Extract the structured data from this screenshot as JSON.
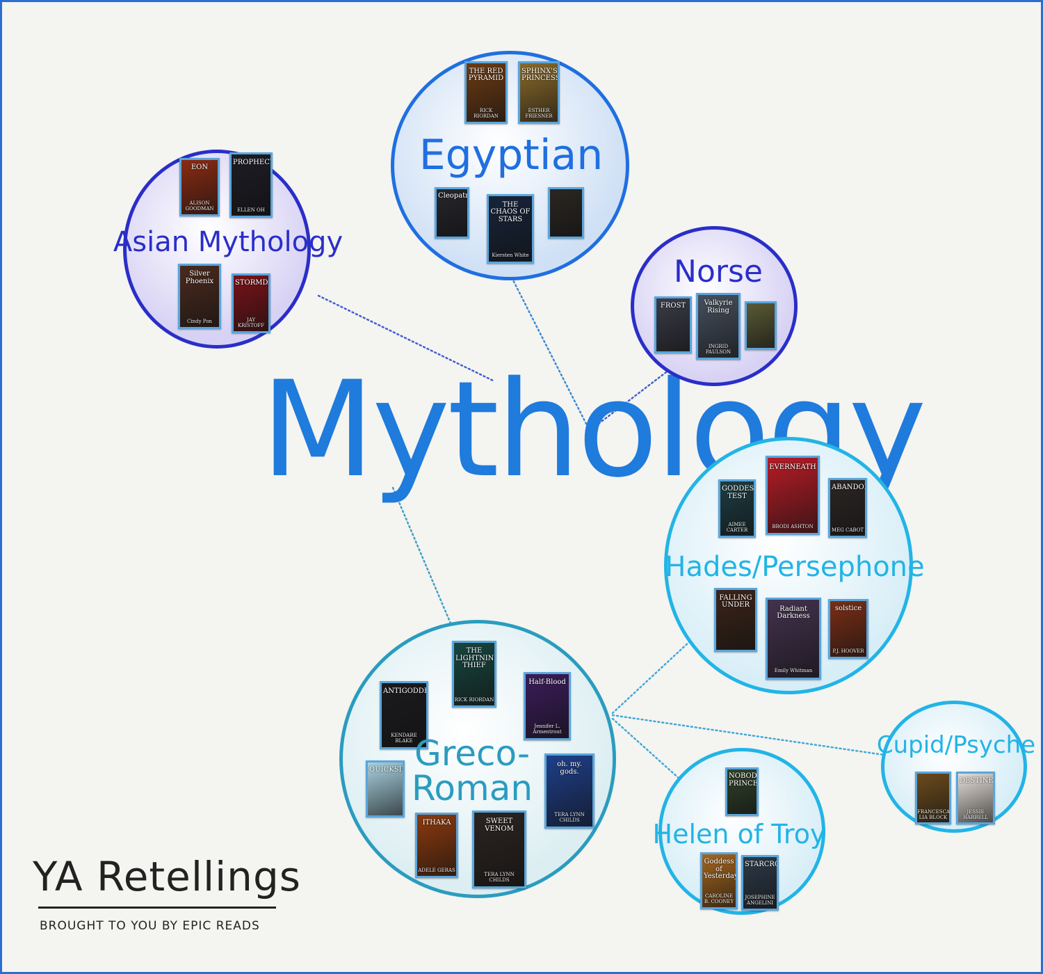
{
  "title": "Mythology",
  "branding": {
    "title": "YA Retellings",
    "subtitle": "BROUGHT TO YOU BY EPIC READS"
  },
  "colors": {
    "frame": "#2a6fd0",
    "background": "#f4f4f1",
    "title": "#1f7bdc",
    "connector": "#3f8ad0"
  },
  "categories": [
    {
      "id": "asian",
      "label": "Asian Mythology",
      "colors": {
        "border": "#2a2ec8",
        "fill": "#d7d2f4",
        "text": "#2a2ec8"
      },
      "books": [
        {
          "title": "EON",
          "author": "ALISON GOODMAN",
          "color": "#8a2b12"
        },
        {
          "title": "PROPHECY",
          "author": "ELLEN OH",
          "color": "#1c1c24"
        },
        {
          "title": "Silver Phoenix",
          "author": "Cindy Pon",
          "color": "#4b2a1e"
        },
        {
          "title": "STORMDANCER",
          "author": "JAY KRISTOFF",
          "color": "#7a1218"
        }
      ]
    },
    {
      "id": "egyptian",
      "label": "Egyptian",
      "colors": {
        "border": "#1f6fe0",
        "fill": "#cfe0f5",
        "text": "#1f6fe0"
      },
      "books": [
        {
          "title": "THE RED PYRAMID",
          "author": "RICK RIORDAN",
          "color": "#6e3b12"
        },
        {
          "title": "SPHINX'S PRINCESS",
          "author": "ESTHER FRIESNER",
          "color": "#8b6a2a"
        },
        {
          "title": "Cleopatra",
          "author": "",
          "color": "#26262c"
        },
        {
          "title": "THE CHAOS OF STARS",
          "author": "Kiersten White",
          "color": "#17243a"
        },
        {
          "title": "",
          "author": "",
          "color": "#2b2622"
        }
      ]
    },
    {
      "id": "norse",
      "label": "Norse",
      "colors": {
        "border": "#2a2ec8",
        "fill": "#d7d2f4",
        "text": "#2a2ec8"
      },
      "books": [
        {
          "title": "FROST",
          "author": "",
          "color": "#3a3c48"
        },
        {
          "title": "Valkyrie Rising",
          "author": "INGRID PAULSON",
          "color": "#46505e"
        },
        {
          "title": "",
          "author": "",
          "color": "#5a5a36"
        }
      ]
    },
    {
      "id": "hades",
      "label": "Hades/Persephone",
      "colors": {
        "border": "#22b4e6",
        "fill": "#d8eef7",
        "text": "#22b4e6"
      },
      "books": [
        {
          "title": "GODDESS TEST",
          "author": "AIMEE CARTER",
          "color": "#1d3d43"
        },
        {
          "title": "EVERNEATH",
          "author": "BRODI ASHTON",
          "color": "#b61c26"
        },
        {
          "title": "ABANDON",
          "author": "MEG CABOT",
          "color": "#2b2624"
        },
        {
          "title": "FALLING UNDER",
          "author": "",
          "color": "#3c2418"
        },
        {
          "title": "Radiant Darkness",
          "author": "Emily Whitman",
          "color": "#43324e"
        },
        {
          "title": "solstice",
          "author": "P.J. HOOVER",
          "color": "#7a2e16"
        }
      ]
    },
    {
      "id": "greco",
      "label": "Greco-\nRoman",
      "colors": {
        "border": "#2a9cbf",
        "fill": "#dceef2",
        "text": "#2a9cbf"
      },
      "books": [
        {
          "title": "THE LIGHTNING THIEF",
          "author": "RICK RIORDAN",
          "color": "#174640"
        },
        {
          "title": "ANTIGODDESS",
          "author": "KENDARE BLAKE",
          "color": "#1b1b1e"
        },
        {
          "title": "Half-Blood",
          "author": "Jennifer L. Armentrout",
          "color": "#3b1c5a"
        },
        {
          "title": "QUICKSILVER",
          "author": "",
          "color": "#a8d2e0"
        },
        {
          "title": "oh. my. gods.",
          "author": "TERA LYNN CHILDS",
          "color": "#1e3f8a"
        },
        {
          "title": "ITHAKA",
          "author": "ADELE GERAS",
          "color": "#8c3a0e"
        },
        {
          "title": "SWEET VENOM",
          "author": "TERA LYNN CHILDS",
          "color": "#2b2421"
        }
      ]
    },
    {
      "id": "cupid",
      "label": "Cupid/Psyche",
      "colors": {
        "border": "#22b4e6",
        "fill": "#d8eef7",
        "text": "#22b4e6"
      },
      "books": [
        {
          "title": "",
          "author": "FRANCESCA LIA BLOCK",
          "color": "#6b4a1c"
        },
        {
          "title": "DESTINED",
          "author": "JESSIE HARRELL",
          "color": "#e6dfd8"
        }
      ]
    },
    {
      "id": "helen",
      "label": "Helen of Troy",
      "colors": {
        "border": "#22b4e6",
        "fill": "#d8eef7",
        "text": "#22b4e6"
      },
      "books": [
        {
          "title": "NOBODY'S PRINCESS",
          "author": "",
          "color": "#30422a"
        },
        {
          "title": "Goddess of Yesterday",
          "author": "CAROLINE B. COONEY",
          "color": "#a6661e"
        },
        {
          "title": "STARCROSSED",
          "author": "JOSEPHINE ANGELINI",
          "color": "#2c3a48"
        }
      ]
    }
  ]
}
